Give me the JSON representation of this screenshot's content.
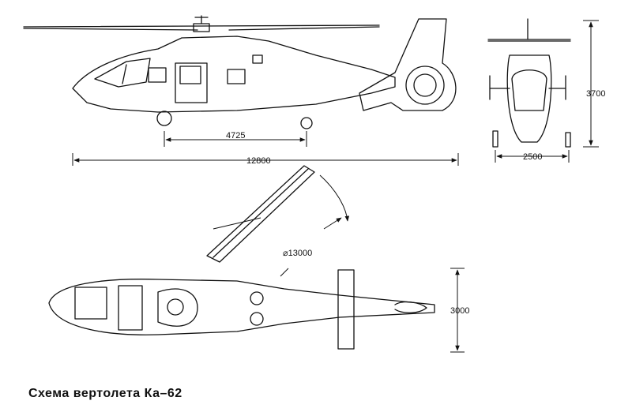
{
  "title": "Схема вертолета Ка–62",
  "dimensions": {
    "wheelbase": "4725",
    "length": "12800",
    "track": "2500",
    "height": "3700",
    "rotor_diameter": "⌀13000",
    "stabilizer_span": "3000"
  },
  "colors": {
    "ink": "#111111",
    "background": "#ffffff"
  }
}
